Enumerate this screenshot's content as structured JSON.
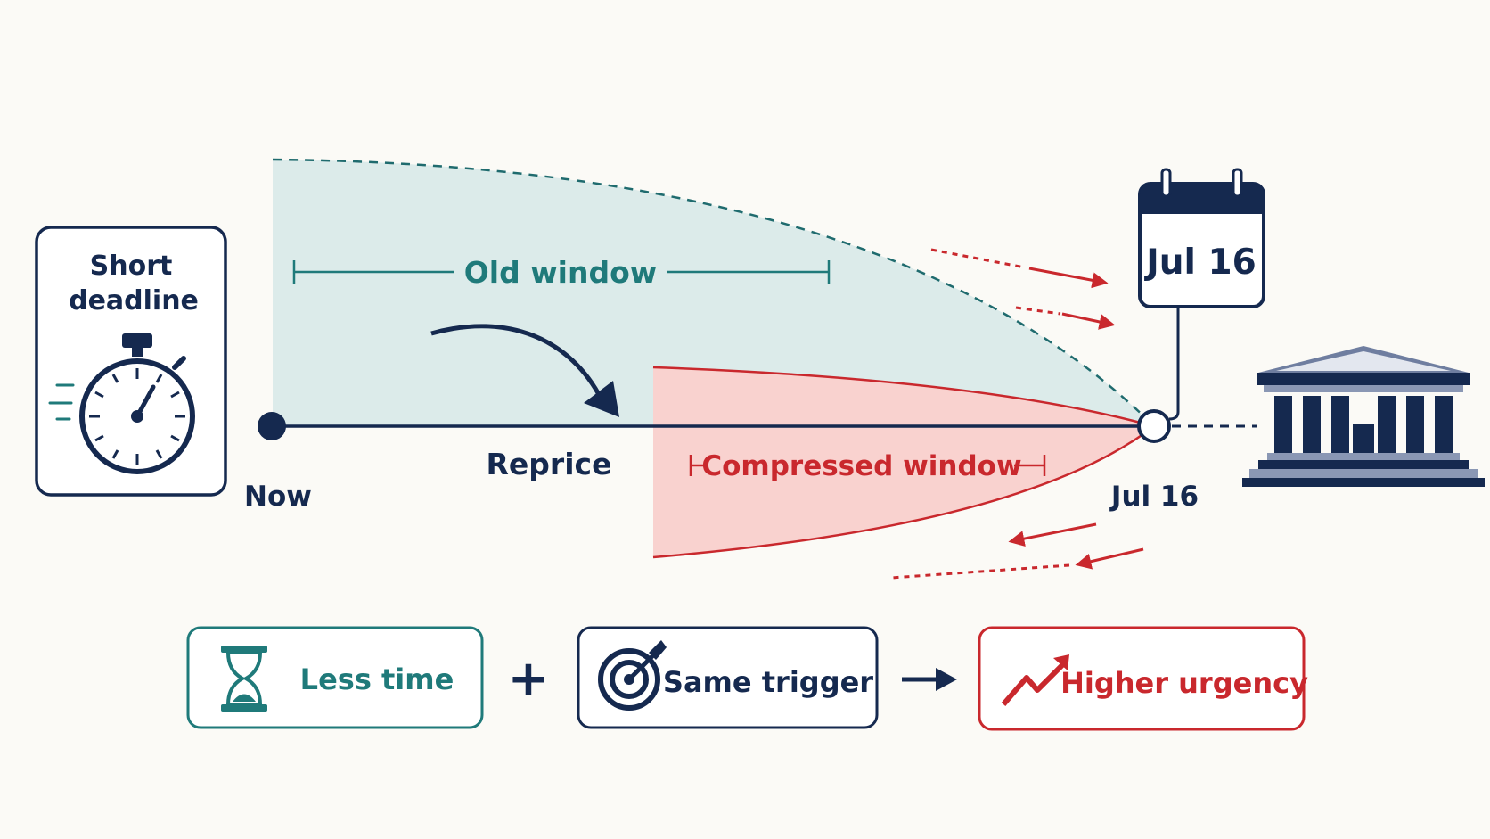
{
  "colors": {
    "navy": "#15294f",
    "teal": "#1f7a7a",
    "red": "#c9282d",
    "teal_fill": "#dcebea",
    "red_fill": "#f9d2cf",
    "background": "#fbfaf6"
  },
  "deadline_card": {
    "line1": "Short",
    "line2": "deadline",
    "icon": "stopwatch-icon"
  },
  "timeline": {
    "start_label": "Now",
    "end_label": "Jul 16",
    "reprice_label": "Reprice",
    "old_window_label": "Old window",
    "compressed_window_label": "Compressed window"
  },
  "calendar": {
    "label": "Jul 16",
    "icon": "calendar-icon"
  },
  "institution": {
    "icon": "bank-building-icon"
  },
  "equation": {
    "term1": {
      "label": "Less time",
      "icon": "hourglass-icon"
    },
    "plus": "+",
    "term2": {
      "label": "Same trigger",
      "icon": "target-icon"
    },
    "result": {
      "label": "Higher urgency",
      "icon": "trend-up-icon"
    }
  }
}
